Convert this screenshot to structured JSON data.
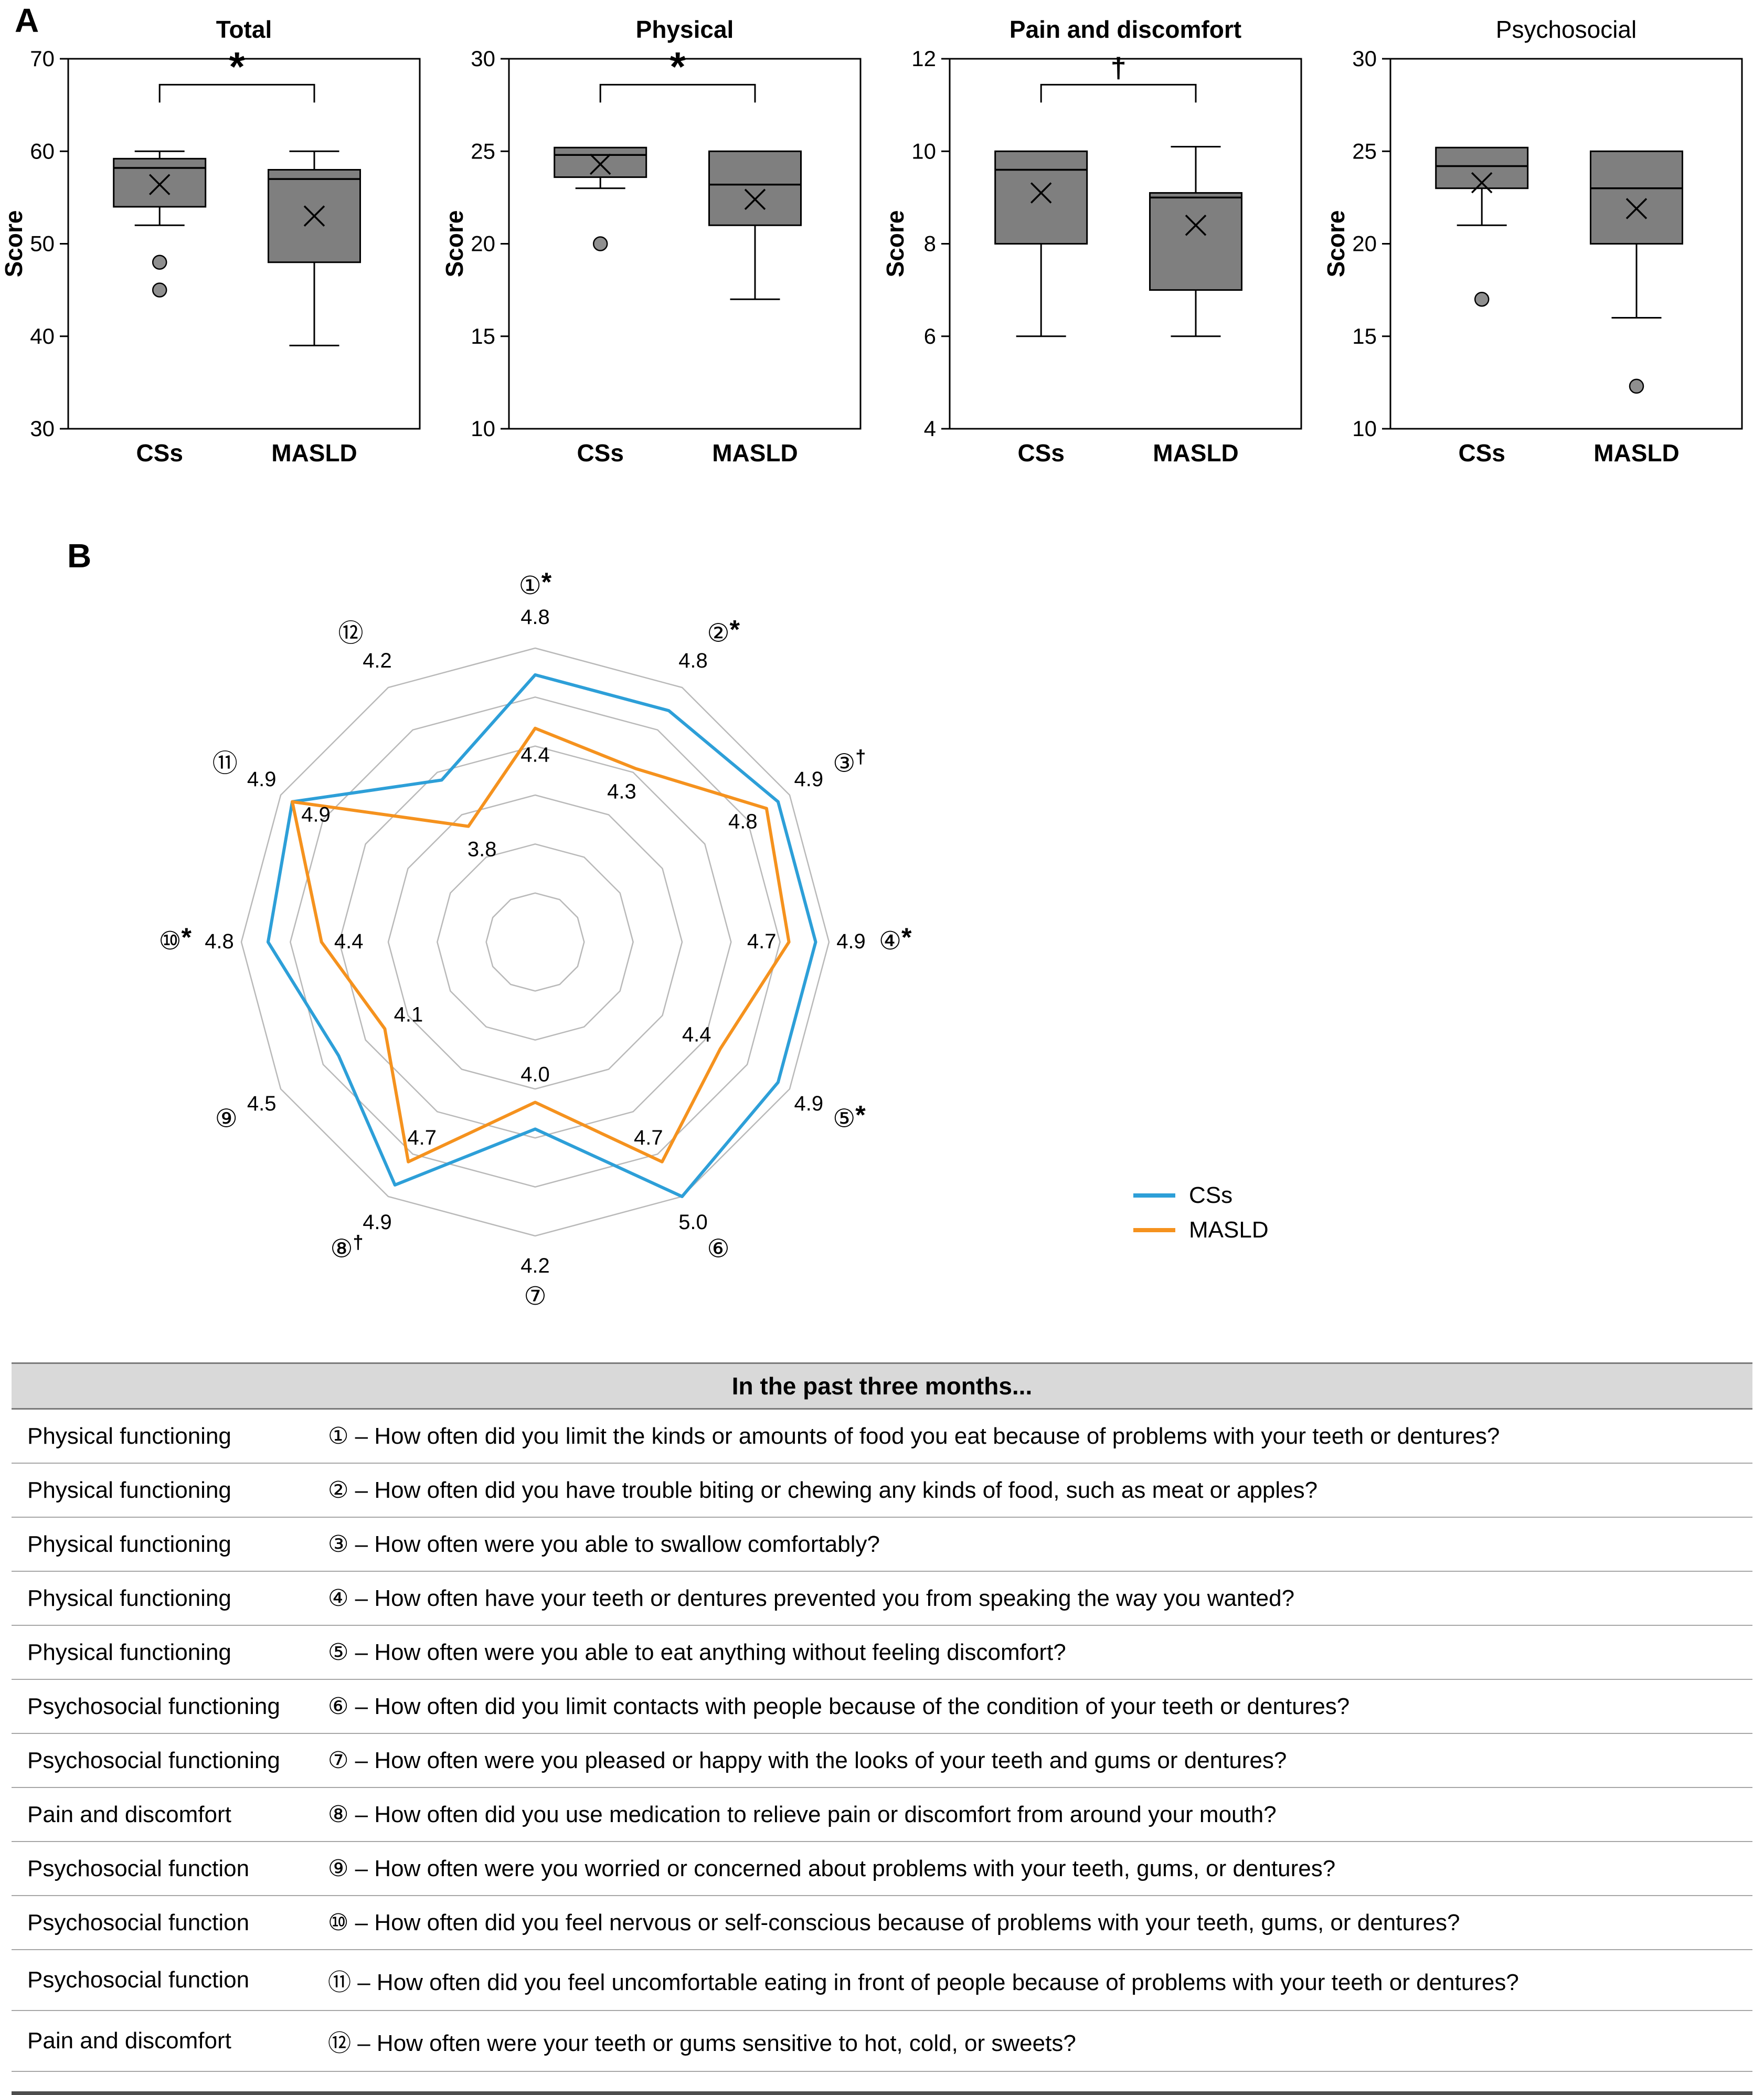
{
  "panel_a": {
    "label": "A"
  },
  "panel_b": {
    "label": "B"
  },
  "chart_data": [
    {
      "type": "box",
      "title": "Total",
      "title_bold": true,
      "ylabel": "Score",
      "ylim": [
        30,
        70
      ],
      "yticks": [
        30,
        40,
        50,
        60,
        70
      ],
      "significance": "*",
      "groups": [
        {
          "name": "CSs",
          "whisker_low": 52,
          "q1": 54,
          "median": 58.2,
          "q3": 59.2,
          "whisker_high": 60,
          "mean": 56.4,
          "outliers": [
            48,
            45
          ]
        },
        {
          "name": "MASLD",
          "whisker_low": 39,
          "q1": 48,
          "median": 57,
          "q3": 58,
          "whisker_high": 60,
          "mean": 53,
          "outliers": []
        }
      ]
    },
    {
      "type": "box",
      "title": "Physical",
      "title_bold": true,
      "ylabel": "Score",
      "ylim": [
        10,
        30
      ],
      "yticks": [
        10,
        15,
        20,
        25,
        30
      ],
      "significance": "*",
      "groups": [
        {
          "name": "CSs",
          "whisker_low": 23,
          "q1": 23.6,
          "median": 24.8,
          "q3": 25.2,
          "whisker_high": 25.2,
          "mean": 24.3,
          "outliers": [
            20
          ]
        },
        {
          "name": "MASLD",
          "whisker_low": 17,
          "q1": 21,
          "median": 23.2,
          "q3": 25,
          "whisker_high": 25,
          "mean": 22.4,
          "outliers": []
        }
      ]
    },
    {
      "type": "box",
      "title": "Pain and discomfort",
      "title_bold": true,
      "ylabel": "Score",
      "ylim": [
        4,
        12
      ],
      "yticks": [
        4,
        6,
        8,
        10,
        12
      ],
      "significance": "†",
      "groups": [
        {
          "name": "CSs",
          "whisker_low": 6,
          "q1": 8,
          "median": 9.6,
          "q3": 10,
          "whisker_high": 10,
          "mean": 9.1,
          "outliers": []
        },
        {
          "name": "MASLD",
          "whisker_low": 6,
          "q1": 7,
          "median": 9,
          "q3": 9.1,
          "whisker_high": 10.1,
          "mean": 8.4,
          "outliers": []
        }
      ]
    },
    {
      "type": "box",
      "title": "Psychosocial",
      "title_bold": false,
      "ylabel": "Score",
      "ylim": [
        10,
        30
      ],
      "yticks": [
        10,
        15,
        20,
        25,
        30
      ],
      "significance": null,
      "groups": [
        {
          "name": "CSs",
          "whisker_low": 21,
          "q1": 23,
          "median": 24.2,
          "q3": 25.2,
          "whisker_high": 25.2,
          "mean": 23.3,
          "outliers": [
            17
          ]
        },
        {
          "name": "MASLD",
          "whisker_low": 16,
          "q1": 20,
          "median": 23,
          "q3": 25,
          "whisker_high": 25,
          "mean": 21.9,
          "outliers": [
            12.3
          ]
        }
      ]
    },
    {
      "type": "radar",
      "scale": {
        "min": 2.8,
        "max": 5.0,
        "rings": 6
      },
      "axes": [
        {
          "label": "①",
          "marker": "*"
        },
        {
          "label": "②",
          "marker": "*"
        },
        {
          "label": "③",
          "marker": "†"
        },
        {
          "label": "④",
          "marker": "*"
        },
        {
          "label": "⑤",
          "marker": "*"
        },
        {
          "label": "⑥",
          "marker": ""
        },
        {
          "label": "⑦",
          "marker": ""
        },
        {
          "label": "⑧",
          "marker": "†"
        },
        {
          "label": "⑨",
          "marker": ""
        },
        {
          "label": "⑩",
          "marker": "*"
        },
        {
          "label": "⑪",
          "marker": ""
        },
        {
          "label": "⑫",
          "marker": ""
        }
      ],
      "series": [
        {
          "name": "CSs",
          "color": "#2D9FD8",
          "values": [
            4.8,
            4.8,
            4.9,
            4.9,
            4.9,
            5.0,
            4.2,
            4.9,
            4.5,
            4.8,
            4.9,
            4.2
          ]
        },
        {
          "name": "MASLD",
          "color": "#F5921E",
          "values": [
            4.4,
            4.3,
            4.8,
            4.7,
            4.4,
            4.7,
            4.0,
            4.7,
            4.1,
            4.4,
            4.9,
            3.8
          ]
        }
      ],
      "legend_position": "right"
    }
  ],
  "table": {
    "header": "In the past three months...",
    "rows": [
      {
        "category": "Physical functioning",
        "question": "① – How often did you limit the kinds or amounts of food you eat because of problems with your teeth or dentures?"
      },
      {
        "category": "Physical functioning",
        "question": "② – How often did you have trouble biting or chewing any kinds of food, such as meat or apples?"
      },
      {
        "category": "Physical functioning",
        "question": "③ – How often were you able to swallow comfortably?"
      },
      {
        "category": "Physical functioning",
        "question": "④ – How often have your teeth or dentures prevented you from speaking the way you wanted?"
      },
      {
        "category": "Physical functioning",
        "question": "⑤ – How often were you able to eat anything without feeling discomfort?"
      },
      {
        "category": "Psychosocial functioning",
        "question": "⑥ – How often did you limit contacts with people because of the condition of your teeth or dentures?"
      },
      {
        "category": "Psychosocial functioning",
        "question": "⑦ – How often were you pleased or happy with the looks of your teeth and gums or dentures?"
      },
      {
        "category": "Pain and discomfort",
        "question": "⑧ – How often did you use medication to relieve pain or discomfort from around your mouth?"
      },
      {
        "category": "Psychosocial function",
        "question": "⑨ – How often were you worried or concerned about problems with your teeth, gums, or dentures?"
      },
      {
        "category": "Psychosocial function",
        "question": "⑩ – How often did you feel nervous or self-conscious because of problems with your teeth, gums, or dentures?"
      },
      {
        "category": "Psychosocial function",
        "question": "⑪ – How often did you feel uncomfortable eating in front of people because of problems with your teeth or dentures?"
      },
      {
        "category": "Pain and discomfort",
        "question": "⑫ – How often were your teeth or gums sensitive to hot, cold, or sweets?"
      }
    ]
  }
}
